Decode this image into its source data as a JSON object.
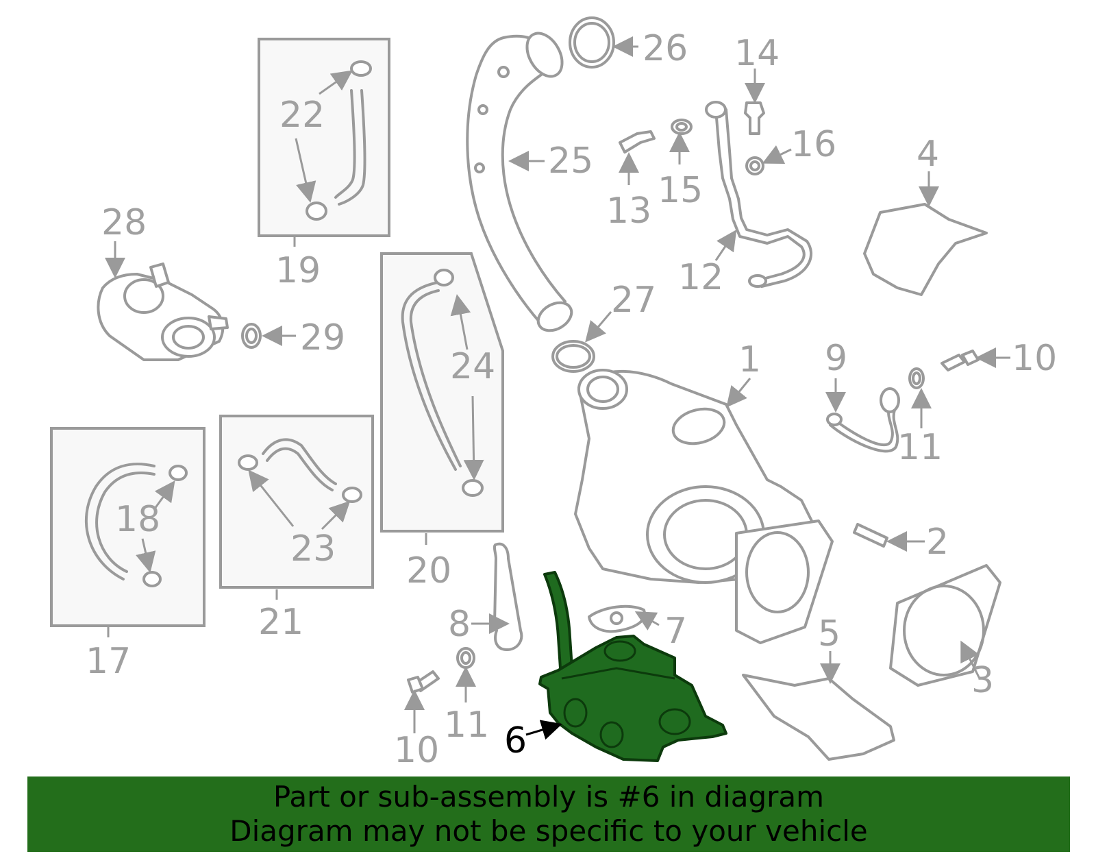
{
  "callouts": {
    "c1": "1",
    "c2": "2",
    "c3": "3",
    "c4": "4",
    "c5": "5",
    "c6": "6",
    "c7": "7",
    "c8": "8",
    "c9": "9",
    "c10a": "10",
    "c10b": "10",
    "c11a": "11",
    "c11b": "11",
    "c12": "12",
    "c13": "13",
    "c14": "14",
    "c15": "15",
    "c16": "16",
    "c17": "17",
    "c18": "18",
    "c19": "19",
    "c20": "20",
    "c21": "21",
    "c22": "22",
    "c23": "23",
    "c24": "24",
    "c25": "25",
    "c26": "26",
    "c27": "27",
    "c28": "28",
    "c29": "29"
  },
  "highlighted_part": "6",
  "colors": {
    "highlight": "#1f6b1f",
    "banner": "#236e1b",
    "lines": "#9a9a9a"
  },
  "banner": {
    "line1": "Part or sub-assembly is #6 in diagram",
    "line2": "Diagram may not be specific to your vehicle"
  }
}
